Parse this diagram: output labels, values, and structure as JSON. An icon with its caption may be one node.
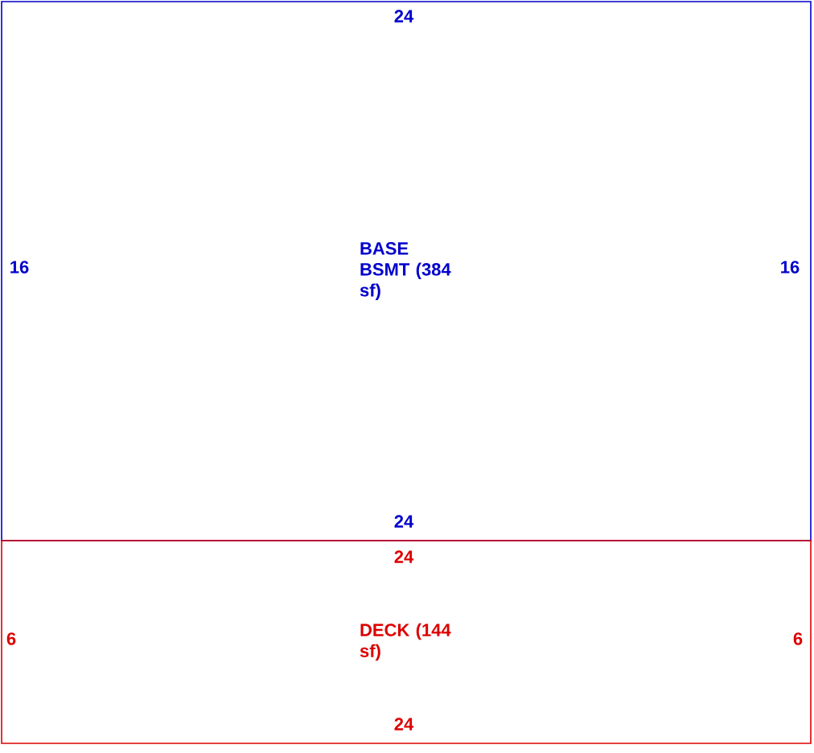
{
  "diagram": {
    "nodes": [
      {
        "text": [
          "BASE BSMT (384 sf)"
        ]
      },
      {
        "text": [
          "DECK (144 sf)"
        ]
      }
    ],
    "labels": [
      "24",
      "16",
      "16",
      "24",
      "24",
      "6",
      "6",
      "24"
    ]
  }
}
